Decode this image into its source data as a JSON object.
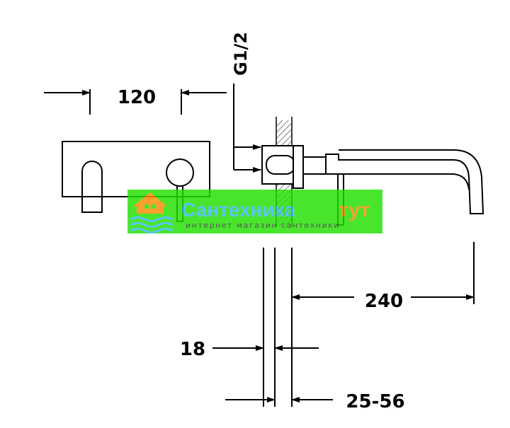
{
  "dimensions": {
    "width_body": "120",
    "thread": "G1/2",
    "spout_reach": "240",
    "wall_plate": "18",
    "wall_range": "25-56"
  },
  "watermark": {
    "brand_main": "Сантехника",
    "brand_accent": "тут",
    "tagline": "интернет магазин сантехники"
  },
  "colors": {
    "line": "#000000",
    "watermark_green": "#22e000",
    "watermark_blue": "#38b8f0",
    "watermark_orange": "#ff8a00"
  }
}
